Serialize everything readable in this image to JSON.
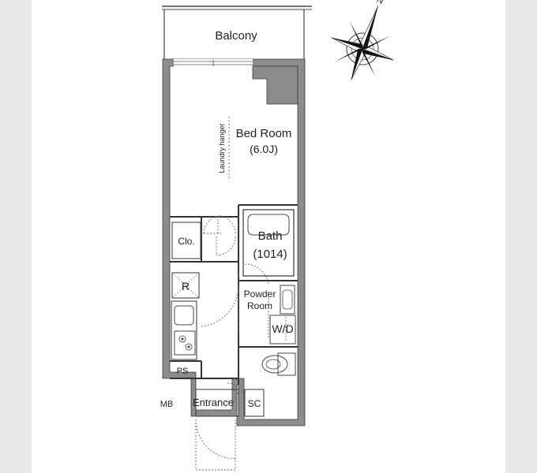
{
  "floor_plan": {
    "labels": {
      "balcony": "Balcony",
      "bed_room": "Bed Room",
      "bed_room_size": "(6.0J)",
      "laundry_hanger": "Laundry hanger",
      "closet": "Clo.",
      "bath": "Bath",
      "bath_size": "(1014)",
      "refrigerator": "R",
      "powder_room_line1": "Powder",
      "powder_room_line2": "Room",
      "washer_dryer": "W/D",
      "pipe_space": "PS",
      "meter_box": "MB",
      "entrance": "Entrance",
      "shoe_cabinet": "SC"
    },
    "compass": {
      "north_label": "N"
    }
  },
  "colors": {
    "wall": "#8c8c8c",
    "wall_outline": "#3a3a3a",
    "background": "#e9e9e9",
    "paper": "#ffffff",
    "line": "#333333"
  }
}
